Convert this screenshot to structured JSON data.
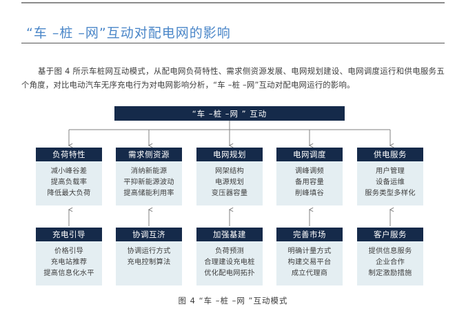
{
  "header": {
    "title": "“车 –桩 –网”互动对配电网的影响",
    "title_color": "#4a86c8"
  },
  "body": {
    "paragraph": "基于图 4 所示车桩网互动模式，从配电网负荷特性、需求侧资源发展、电网规划建设、电网调度运行和供电服务五个角度，对比电动汽车无序充电行为对电网影响分析，“车 –桩 –网”互动对配电网运行的影响。"
  },
  "diagram": {
    "root": {
      "label": "“车 –桩 –网 ”  互动"
    },
    "colors": {
      "header_bg": "#152a4a",
      "body_bg": "#e4eef2",
      "connector": "#808080",
      "header_text": "#ffffff",
      "body_text": "#404040"
    },
    "row1": [
      {
        "title": "负荷特性",
        "items": [
          "减小峰谷差",
          "提高负载率",
          "降低最大负荷"
        ]
      },
      {
        "title": "需求侧资源",
        "items": [
          "消纳新能源",
          "平抑新能源波动",
          "提高储能利用率"
        ]
      },
      {
        "title": "电网规划",
        "items": [
          "网架结构",
          "电源规划",
          "变压器容量"
        ]
      },
      {
        "title": "电网调度",
        "items": [
          "调峰调频",
          "备用容量",
          "削峰填谷"
        ]
      },
      {
        "title": "供电服务",
        "items": [
          "用户管理",
          "设备运维",
          "服务类型多样化"
        ]
      }
    ],
    "row2": [
      {
        "title": "充电引导",
        "items": [
          "价格引导",
          "充电站推荐",
          "提高信息化水平"
        ]
      },
      {
        "title": "协调互济",
        "items": [
          "协调运行方式",
          "充电控制算法",
          ""
        ]
      },
      {
        "title": "加强基建",
        "items": [
          "负荷预测",
          "合理建设充电桩",
          "优化配电网拓扑"
        ]
      },
      {
        "title": "完善市场",
        "items": [
          "明确计量方式",
          "构建交易平台",
          "成立代理商"
        ]
      },
      {
        "title": "客户服务",
        "items": [
          "提供信息服务",
          "企业合作",
          "制定激励措施"
        ]
      }
    ]
  },
  "caption": {
    "text": "图 4  “车 –桩 –网 ”互动模式"
  }
}
